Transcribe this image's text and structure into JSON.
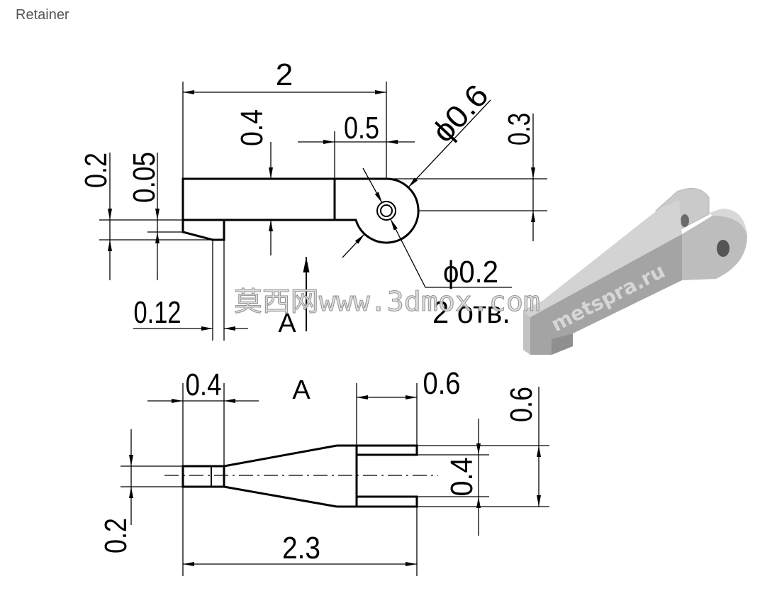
{
  "page": {
    "title": "Retainer"
  },
  "drawing": {
    "side_view": {
      "overall_length": "2",
      "body_height": "0.4",
      "hole_offset": "0.5",
      "outer_diameter": "ϕ0.6",
      "hole_height": "0.3",
      "step_total_height": "0.2",
      "step_height": "0.05",
      "step_width": "0.12",
      "view_arrow_label": "A",
      "hole_diameter": "ϕ0.2",
      "hole_count_note": "2 отв."
    },
    "view_a": {
      "view_label": "A",
      "tip_length": "0.4",
      "fork_length": "0.6",
      "fork_width": "0.6",
      "slot_width": "0.4",
      "tip_width": "0.2",
      "overall_length": "2.3"
    }
  },
  "watermark": "莫西网www.3dmox.com",
  "model_watermark": "metspra.ru",
  "colors": {
    "line": "#000000",
    "title": "#555555",
    "model": "#a4a4a4"
  }
}
